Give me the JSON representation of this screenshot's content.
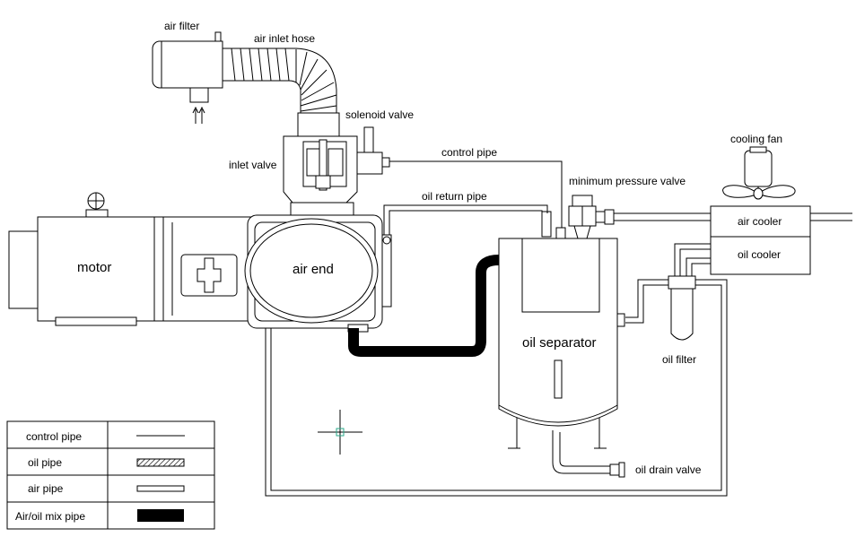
{
  "labels": {
    "air_filter": "air filter",
    "air_inlet_hose": "air inlet hose",
    "solenoid_valve": "solenoid valve",
    "inlet_valve": "inlet valve",
    "control_pipe": "control pipe",
    "cooling_fan": "cooling fan",
    "minimum_pressure_valve": "minimum pressure valve",
    "oil_return_pipe": "oil return pipe",
    "air_cooler": "air cooler",
    "oil_cooler": "oil cooler",
    "motor": "motor",
    "air_end": "air end",
    "oil_separator": "oil separator",
    "oil_filter": "oil filter",
    "oil_drain_valve": "oil drain valve"
  },
  "legend": {
    "items": [
      {
        "label": "control pipe",
        "style": "thin-line"
      },
      {
        "label": "oil pipe",
        "style": "hatched"
      },
      {
        "label": "air pipe",
        "style": "hollow"
      },
      {
        "label": "Air/oil mix pipe",
        "style": "solid-black"
      }
    ]
  },
  "colors": {
    "line": "#000000",
    "background": "#ffffff",
    "cursor": "#2aa88a"
  }
}
